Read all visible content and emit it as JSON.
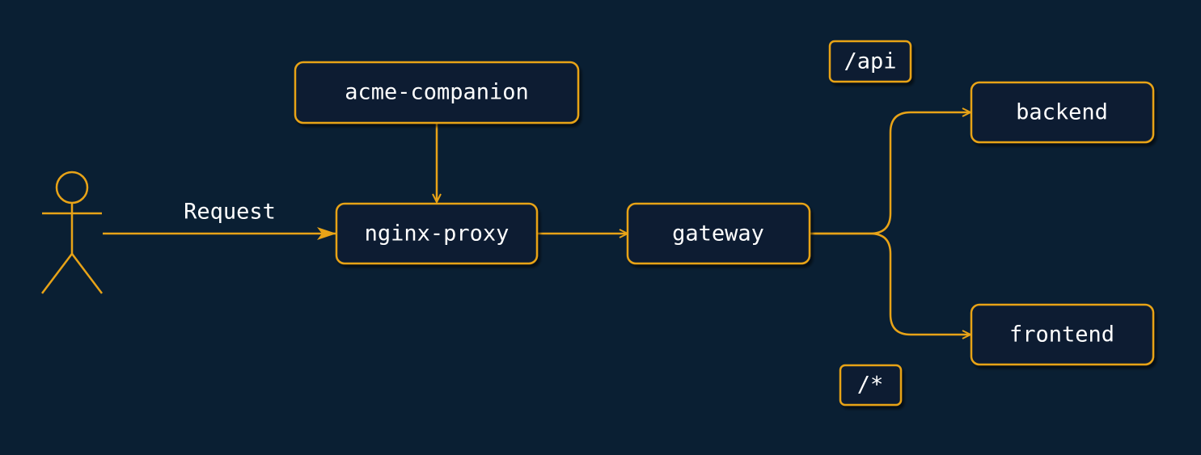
{
  "colors": {
    "background": "#0a1f33",
    "stroke": "#e8a317",
    "text": "#ffffff"
  },
  "actor": {
    "icon": "stick-figure-icon"
  },
  "edges": {
    "request_label": "Request"
  },
  "nodes": {
    "acme_companion": "acme-companion",
    "nginx_proxy": "nginx-proxy",
    "gateway": "gateway",
    "backend": "backend",
    "frontend": "frontend"
  },
  "route_labels": {
    "api": "/api",
    "wildcard": "/*"
  }
}
